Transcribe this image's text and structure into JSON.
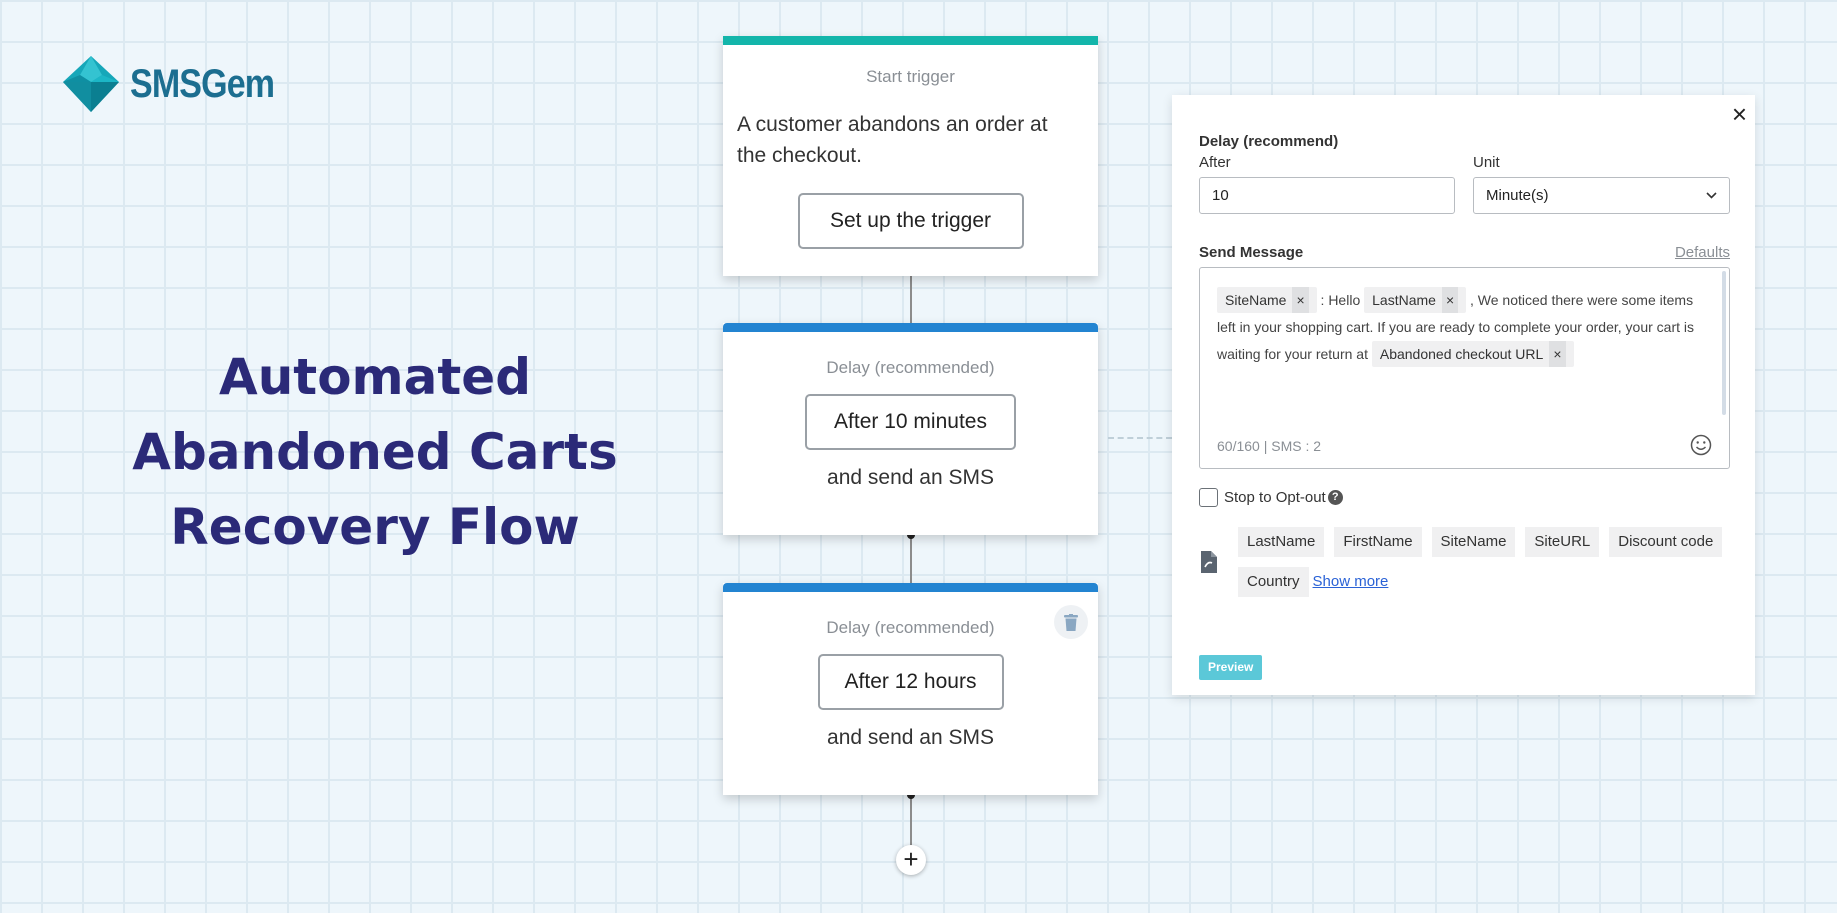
{
  "brand": {
    "name": "SMSGem",
    "color": "#1c6e90"
  },
  "headline": [
    "Automated",
    "Abandoned Carts",
    "Recovery Flow"
  ],
  "flow": {
    "trigger_card": {
      "label": "Start trigger",
      "text": "A customer abandons an order at the checkout.",
      "button": "Set up the trigger",
      "accent": "#13b5aa"
    },
    "delay_card_1": {
      "label": "Delay (recommended)",
      "button": "After 10 minutes",
      "subtext": "and send an SMS",
      "accent": "#2384d1"
    },
    "delay_card_2": {
      "label": "Delay (recommended)",
      "button": "After 12 hours",
      "subtext": "and send an SMS",
      "accent": "#2384d1",
      "delete_icon": "trash-icon"
    },
    "add_step_label": "+"
  },
  "panel": {
    "close_label": "×",
    "delay_title": "Delay (recommend)",
    "after_label": "After",
    "after_value": "10",
    "unit_label": "Unit",
    "unit_value": "Minute(s)",
    "send_message_label": "Send Message",
    "defaults_link": "Defaults",
    "message": {
      "chip_sitename": "SiteName",
      "text_1": ": Hello",
      "chip_lastname": "LastName",
      "text_2": ", We noticed there were some items left in your shopping cart. If you are ready to complete your order, your cart is waiting for your return at",
      "chip_url": "Abandoned checkout URL",
      "chip_remove": "×"
    },
    "counter": "60/160",
    "sms_count": "SMS : 2",
    "emoji_icon": "smiley-icon",
    "opt_out_label": "Stop to Opt-out",
    "opt_out_help": "?",
    "placeholders": [
      "LastName",
      "FirstName",
      "SiteName",
      "SiteURL",
      "Discount code",
      "Country"
    ],
    "show_more": "Show more",
    "preview_button": "Preview",
    "preview_color": "#5bc8d8"
  }
}
